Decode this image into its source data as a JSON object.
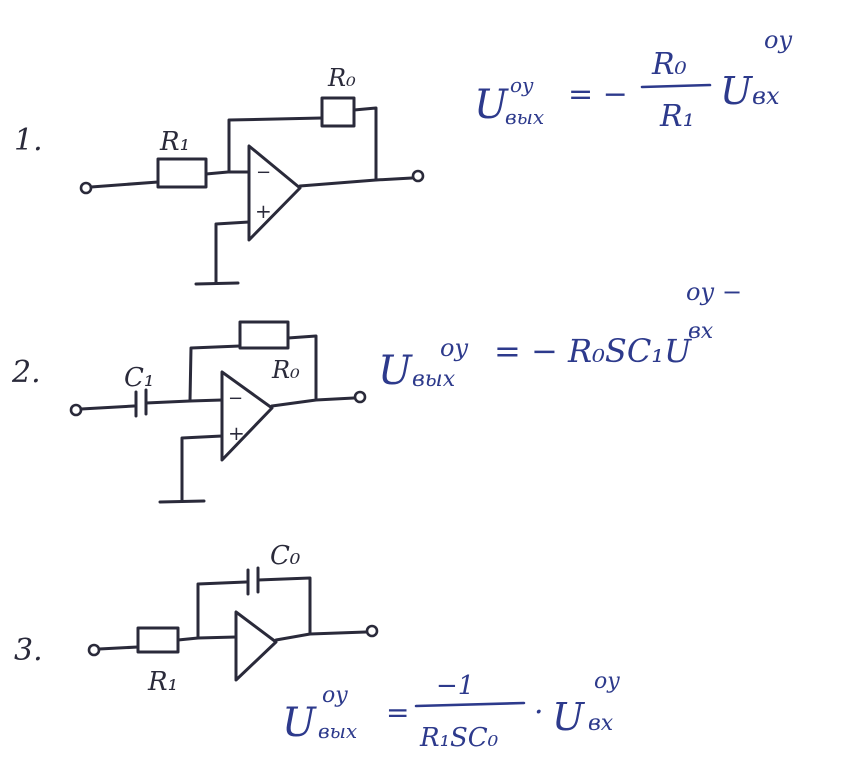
{
  "colors": {
    "paper": "#ffffff",
    "pencil": "#2a2a3a",
    "pen_blue": "#2d3a8c"
  },
  "circuits": [
    {
      "number": "1.",
      "type": "inverting amplifier",
      "components": {
        "input_resistor": "R₁",
        "feedback_resistor": "R₀"
      },
      "opamp_inputs": [
        "−",
        "+"
      ],
      "formula": {
        "lhs": "U",
        "lhs_sup": "оу",
        "lhs_sub": "вых",
        "equals": "= −",
        "numerator": "R₀",
        "denominator": "R₁",
        "rhs": "U",
        "rhs_sup": "оу",
        "rhs_sub": "вх"
      }
    },
    {
      "number": "2.",
      "type": "differentiator",
      "components": {
        "input_capacitor": "C₁",
        "feedback_resistor": "R₀"
      },
      "opamp_inputs": [
        "−",
        "+"
      ],
      "formula": {
        "lhs": "U",
        "lhs_sup": "оу",
        "lhs_sub": "вых",
        "rhs_expr": "= − R₀SC₁U",
        "rhs_sup": "оу −",
        "rhs_sub": "вх"
      }
    },
    {
      "number": "3.",
      "type": "integrator",
      "components": {
        "input_resistor": "R₁",
        "feedback_capacitor": "C₀"
      },
      "formula": {
        "lhs": "U",
        "lhs_sup": "оу",
        "lhs_sub": "вых",
        "equals": "=",
        "numerator": "−1",
        "denominator": "R₁SC₀",
        "dot": "·",
        "rhs": "U",
        "rhs_sup": "оу",
        "rhs_sub": "вх"
      }
    }
  ]
}
